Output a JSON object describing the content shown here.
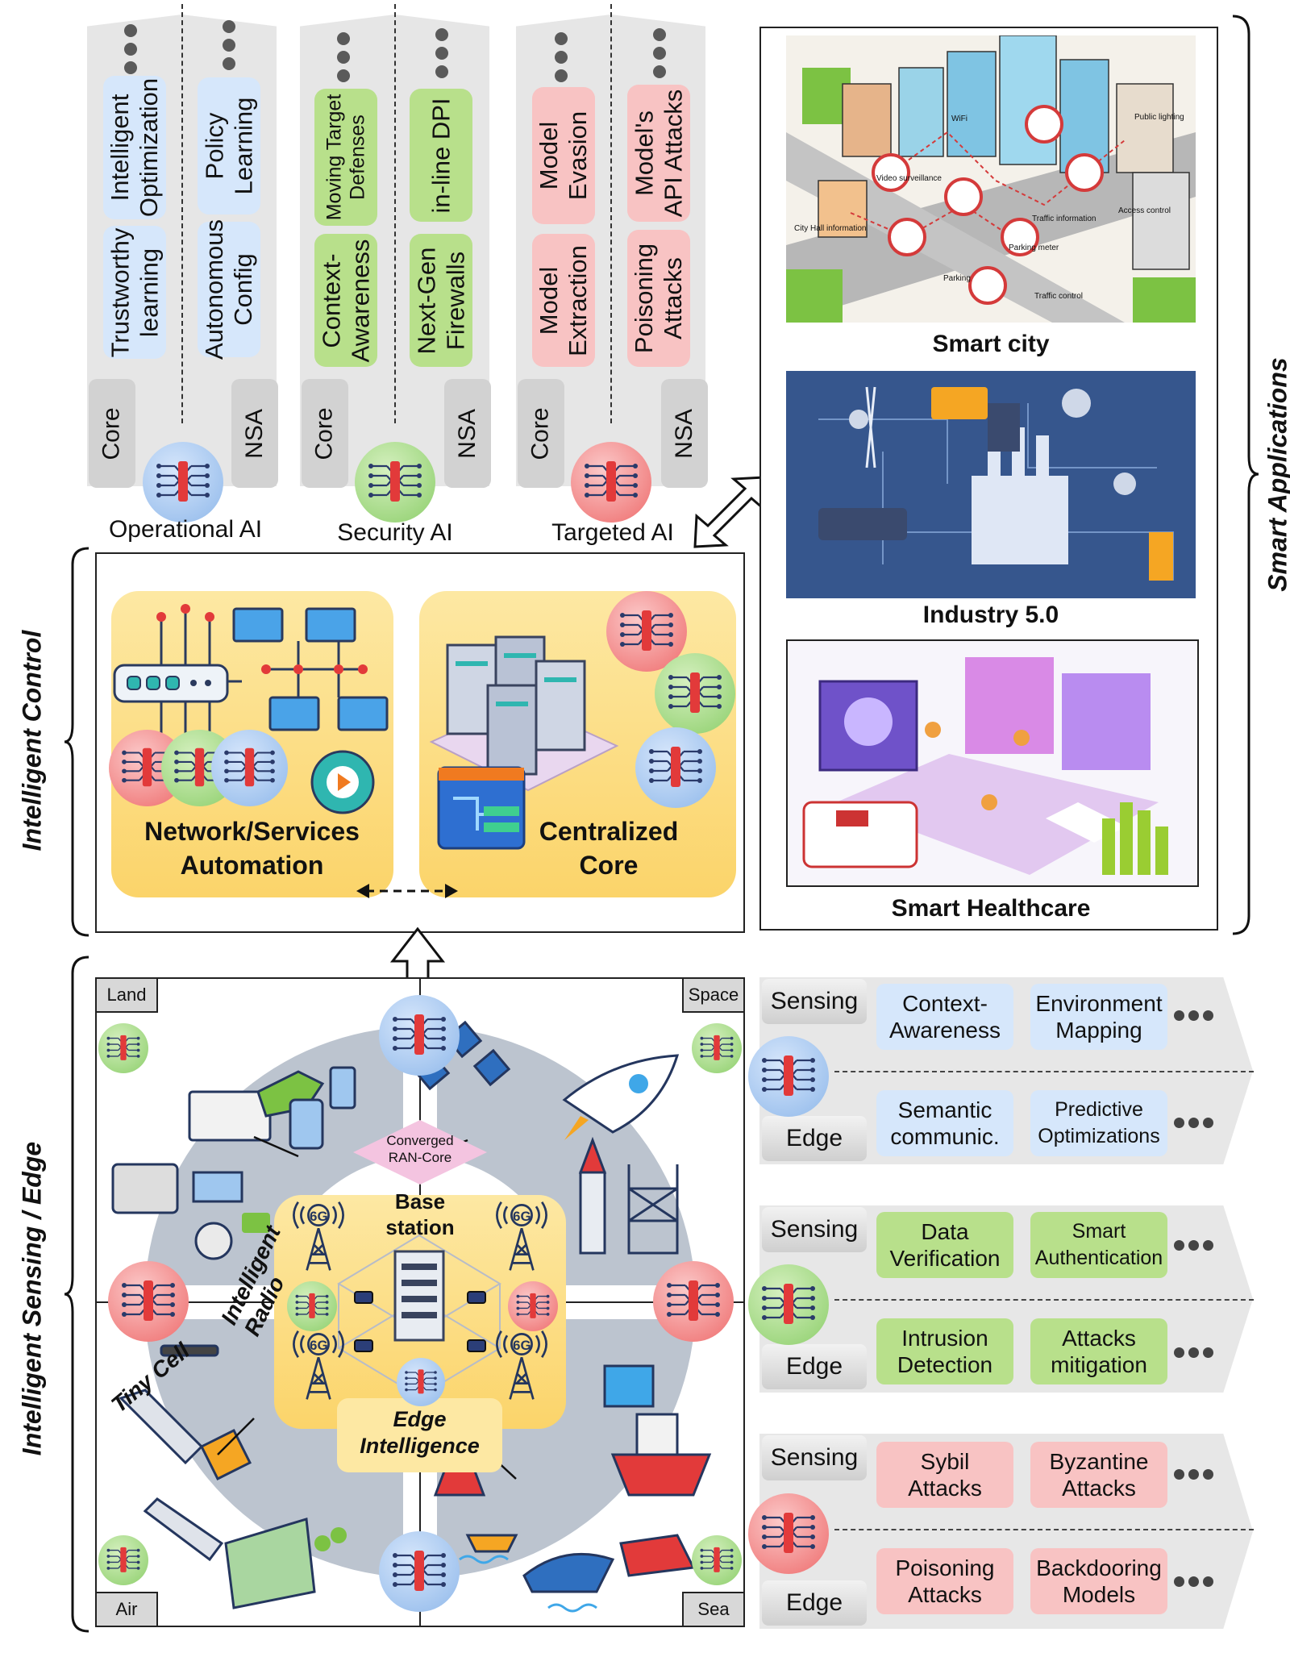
{
  "ai_columns": [
    {
      "caption": "Operational AI",
      "color": "#8fb8ea",
      "core_items": [
        "Intelligent\nOptimization",
        "Trustworthy\nlearning"
      ],
      "nsa_items": [
        "Policy\nLearning",
        "Autonomous\nConfig"
      ],
      "core_label": "Core",
      "nsa_label": "NSA"
    },
    {
      "caption": "Security AI",
      "color": "#8cce6a",
      "core_items": [
        "Moving Target\nDefenses",
        "Context-\nAwareness"
      ],
      "nsa_items": [
        "in-line DPI",
        "Next-Gen\nFirewalls"
      ],
      "core_label": "Core",
      "nsa_label": "NSA"
    },
    {
      "caption": "Targeted AI",
      "color": "#ee6b6b",
      "core_items": [
        "Model\nEvasion",
        "Model\nExtraction"
      ],
      "nsa_items": [
        "Model's\nAPI Attacks",
        "Poisoning\nAttacks"
      ],
      "core_label": "Core",
      "nsa_label": "NSA"
    }
  ],
  "control": {
    "side_label": "Intelligent Control",
    "automation": "Network/Services\nAutomation",
    "core": "Centralized\nCore"
  },
  "applications": {
    "side_label": "Smart Applications",
    "items": [
      {
        "caption": "Smart city",
        "hotspots": [
          "WiFi",
          "Video surveillance",
          "Public lighting",
          "City Hall information",
          "Traffic information",
          "Access control",
          "Parking meter",
          "Parking",
          "Traffic control"
        ]
      },
      {
        "caption": "Industry 5.0"
      },
      {
        "caption": "Smart Healthcare"
      }
    ]
  },
  "sensing": {
    "side_label": "Intelligent Sensing / Edge",
    "corners": [
      "Land",
      "Space",
      "Air",
      "Sea"
    ],
    "center": {
      "converged": "Converged\nRAN-Core",
      "base": "Base\nstation",
      "edge": "Edge\nIntelligence",
      "radio": "Intelligent\nRadio",
      "tiny": "Tiny Cell",
      "tower_label": "6G"
    }
  },
  "edge_rows": [
    {
      "top_tag": "Sensing",
      "bottom_tag": "Edge",
      "color": "#8fb8ea",
      "top_cells": [
        "Context-\nAwareness",
        "Environment\nMapping"
      ],
      "bottom_cells": [
        "Semantic\ncommunic.",
        "Predictive\nOptimizations"
      ]
    },
    {
      "top_tag": "Sensing",
      "bottom_tag": "Edge",
      "color": "#8cce6a",
      "top_cells": [
        "Data\nVerification",
        "Smart\nAuthentication"
      ],
      "bottom_cells": [
        "Intrusion\nDetection",
        "Attacks\nmitigation"
      ]
    },
    {
      "top_tag": "Sensing",
      "bottom_tag": "Edge",
      "color": "#ee6b6b",
      "top_cells": [
        "Sybil\nAttacks",
        "Byzantine\nAttacks"
      ],
      "bottom_cells": [
        "Poisoning\nAttacks",
        "Backdooring\nModels"
      ]
    }
  ]
}
